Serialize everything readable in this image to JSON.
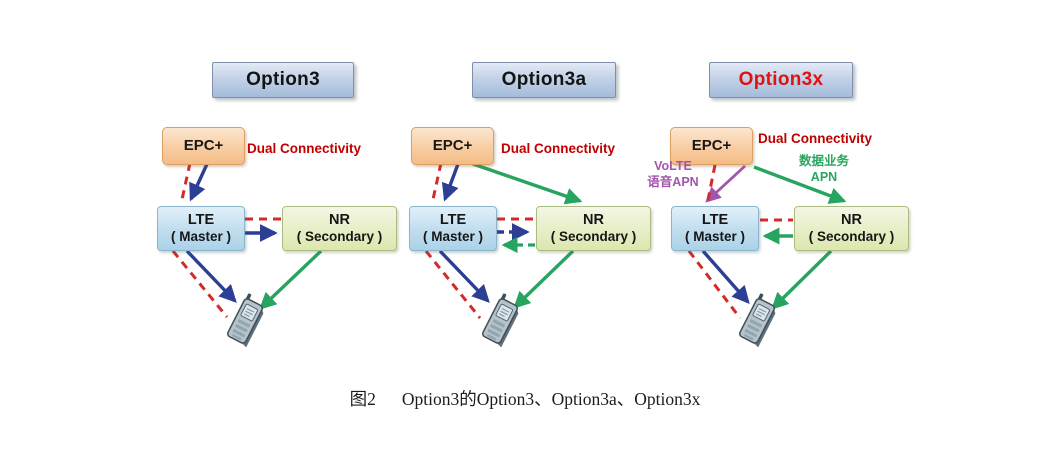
{
  "figure": {
    "caption": {
      "label": "图2",
      "text": "Option3的Option3、Option3a、Option3x"
    }
  },
  "colors": {
    "signaling_red": "#d42a2a",
    "dual_connectivity_text_red": "#c00000",
    "lte_user_plane_blue": "#2c3f94",
    "nr_user_plane_green": "#27a45f",
    "volte_purple": "#a355ab",
    "option3x_title_red": "#e01212"
  },
  "icons": {
    "device": "mobile-phone-icon"
  },
  "panels": [
    {
      "title": "Option3",
      "epc_label": "EPC+",
      "dual_connectivity": "Dual Connectivity",
      "lte_line1": "LTE",
      "lte_line2": "( Master )",
      "nr_line1": "NR",
      "nr_line2": "( Secondary )"
    },
    {
      "title": "Option3a",
      "epc_label": "EPC+",
      "dual_connectivity": "Dual Connectivity",
      "lte_line1": "LTE",
      "lte_line2": "( Master )",
      "nr_line1": "NR",
      "nr_line2": "( Secondary )"
    },
    {
      "title": "Option3x",
      "epc_label": "EPC+",
      "dual_connectivity": "Dual Connectivity",
      "lte_line1": "LTE",
      "lte_line2": "( Master )",
      "nr_line1": "NR",
      "nr_line2": "( Secondary )",
      "volte_apn_line1": "VoLTE",
      "volte_apn_line2": "语音APN",
      "data_apn_line1": "数据业务",
      "data_apn_line2": "APN"
    }
  ]
}
